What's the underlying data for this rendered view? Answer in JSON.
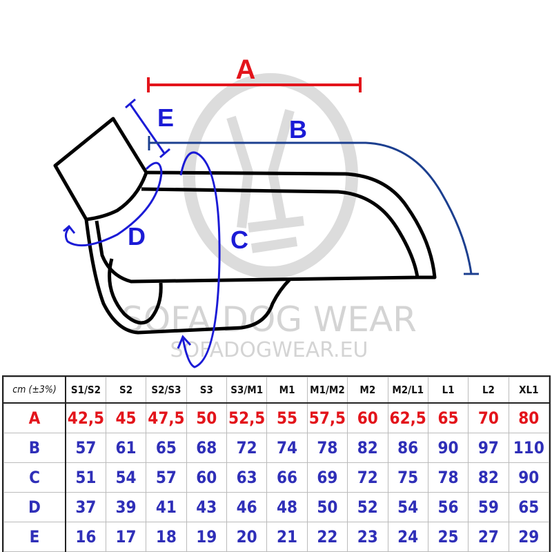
{
  "diagram": {
    "labels": {
      "A": "A",
      "B": "B",
      "C": "C",
      "D": "D",
      "E": "E"
    },
    "watermark": {
      "brand": "SOFA DOG WEAR",
      "url": "SOFADOGWEAR.EU"
    },
    "colors": {
      "A": "#e3141b",
      "B": "#1c3f8f",
      "C": "#1b1bd6",
      "D": "#1b1bd6",
      "E": "#1b1bd6",
      "outline": "#000000",
      "watermark": "#d9d9d9"
    }
  },
  "table": {
    "corner": "cm (±3%)",
    "sizes": [
      "S1/S2",
      "S2",
      "S2/S3",
      "S3",
      "S3/M1",
      "M1",
      "M1/M2",
      "M2",
      "M2/L1",
      "L1",
      "L2",
      "XL1"
    ],
    "rows": [
      {
        "label": "A",
        "values": [
          "42,5",
          "45",
          "47,5",
          "50",
          "52,5",
          "55",
          "57,5",
          "60",
          "62,5",
          "65",
          "70",
          "80"
        ]
      },
      {
        "label": "B",
        "values": [
          "57",
          "61",
          "65",
          "68",
          "72",
          "74",
          "78",
          "82",
          "86",
          "90",
          "97",
          "110"
        ]
      },
      {
        "label": "C",
        "values": [
          "51",
          "54",
          "57",
          "60",
          "63",
          "66",
          "69",
          "72",
          "75",
          "78",
          "82",
          "90"
        ]
      },
      {
        "label": "D",
        "values": [
          "37",
          "39",
          "41",
          "43",
          "46",
          "48",
          "50",
          "52",
          "54",
          "56",
          "59",
          "65"
        ]
      },
      {
        "label": "E",
        "values": [
          "16",
          "17",
          "18",
          "19",
          "20",
          "21",
          "22",
          "23",
          "24",
          "25",
          "27",
          "29"
        ]
      }
    ]
  }
}
